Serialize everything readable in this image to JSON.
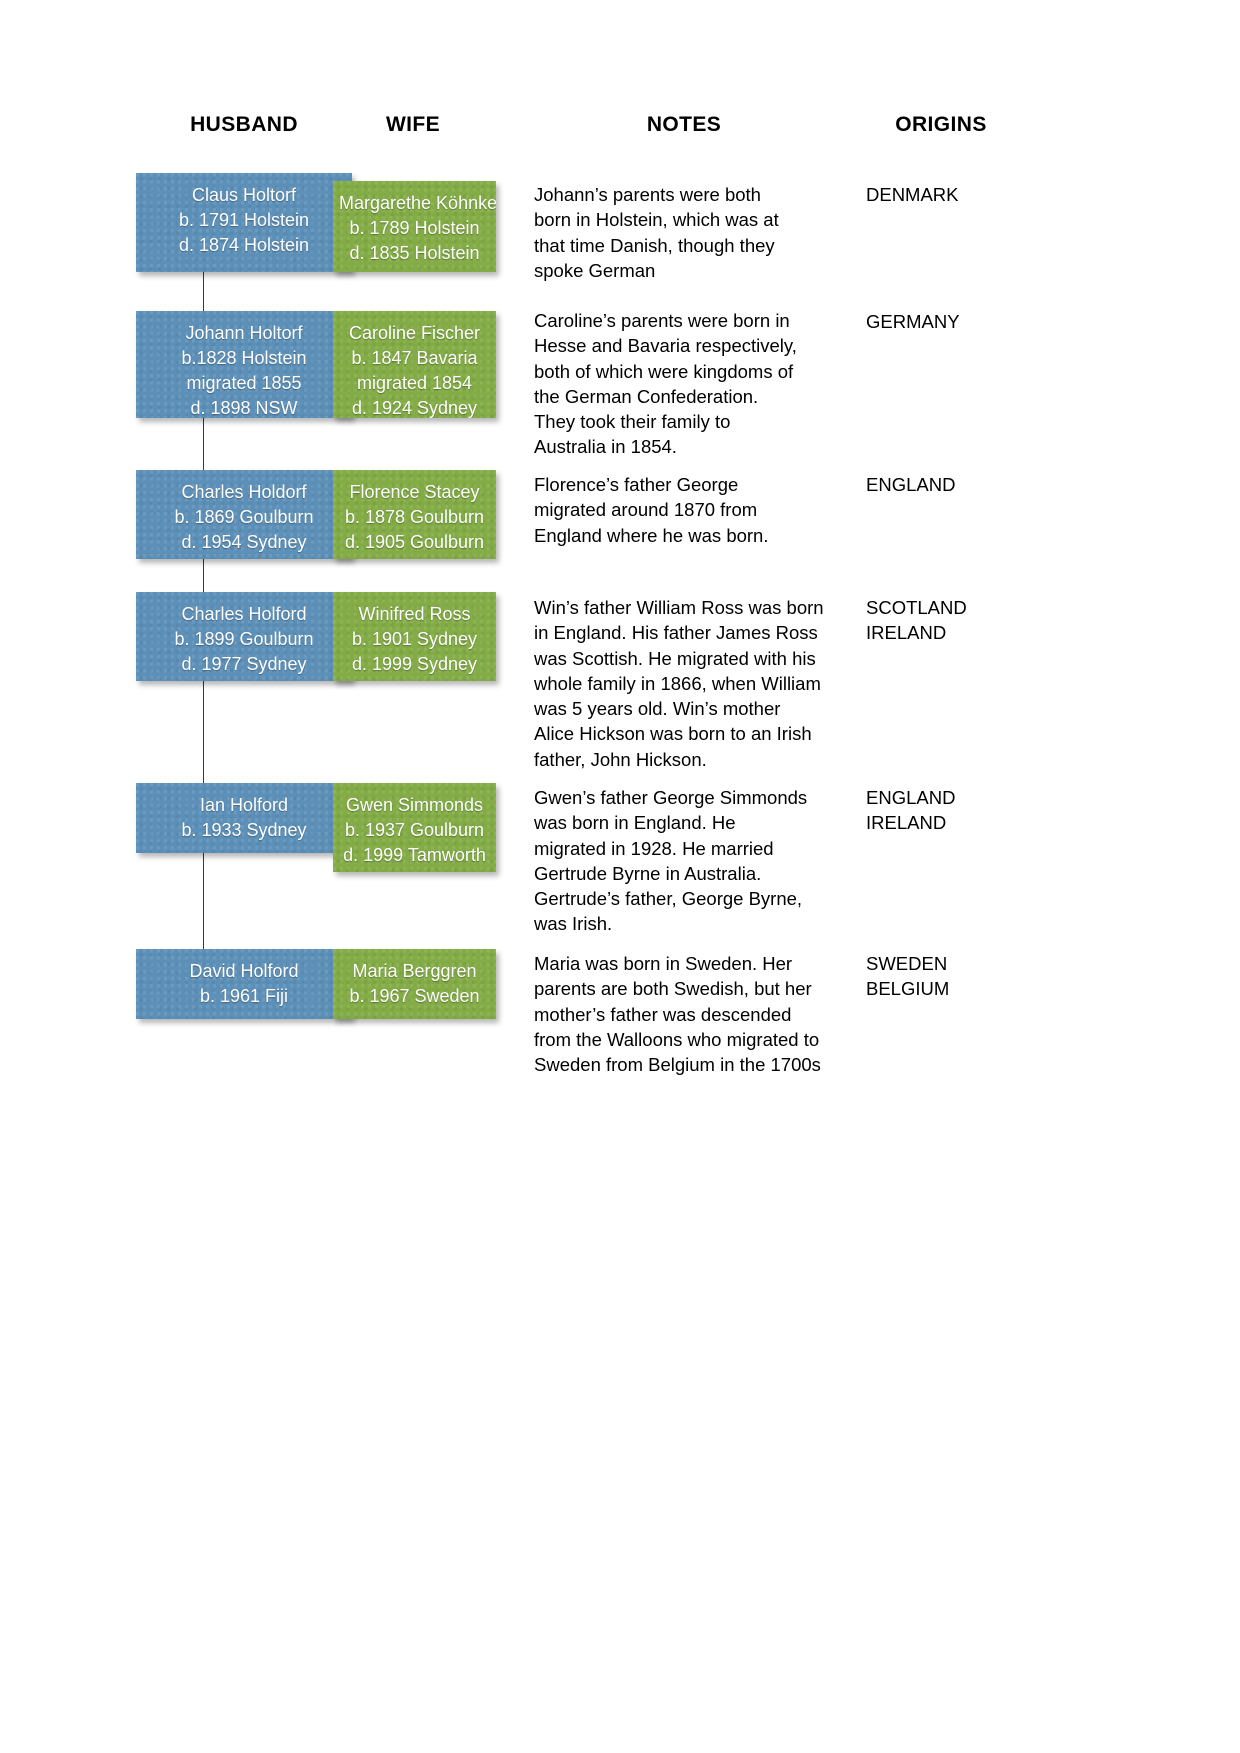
{
  "document": {
    "type": "family-history-chart",
    "background_color": "#ffffff"
  },
  "columns": {
    "husband": "HUSBAND",
    "wife": "WIFE",
    "notes": "NOTES",
    "origins": "ORIGINS"
  },
  "colors": {
    "husband_box": "#5d90b8",
    "wife_box": "#83ac46",
    "text_on_box": "#ffffff",
    "connector": "#3a3a3a",
    "body_text": "#000000"
  },
  "generations": [
    {
      "husband": {
        "name": "Claus Holtorf",
        "birth": "b. 1791 Holstein",
        "death": "d. 1874 Holstein"
      },
      "wife": {
        "name": "Margarethe Köhnke",
        "birth": "b. 1789 Holstein",
        "death": "d. 1835 Holstein"
      },
      "notes_lines": [
        "Johann’s parents were both",
        "born in Holstein, which was at",
        "that time Danish, though they",
        "spoke German"
      ],
      "origins_lines": [
        "DENMARK"
      ]
    },
    {
      "husband": {
        "name": "Johann Holtorf",
        "birth": "b.1828 Holstein",
        "migrated": "migrated 1855",
        "death": "d. 1898 NSW"
      },
      "wife": {
        "name": "Caroline Fischer",
        "birth": "b. 1847 Bavaria",
        "migrated": "migrated 1854",
        "death": "d. 1924 Sydney"
      },
      "notes_lines": [
        "Caroline’s parents were born in",
        "Hesse and Bavaria respectively,",
        "both of which were kingdoms of",
        "the German Confederation.",
        "They took their family to",
        "Australia in 1854."
      ],
      "origins_lines": [
        "GERMANY"
      ]
    },
    {
      "husband": {
        "name": "Charles Holdorf",
        "birth": "b. 1869 Goulburn",
        "death": "d. 1954 Sydney"
      },
      "wife": {
        "name": "Florence Stacey",
        "birth": "b. 1878 Goulburn",
        "death": "d. 1905 Goulburn"
      },
      "notes_lines": [
        "Florence’s father George",
        "migrated around 1870 from",
        "England where he was born."
      ],
      "origins_lines": [
        "ENGLAND"
      ]
    },
    {
      "husband": {
        "name": "Charles Holford",
        "birth": "b. 1899 Goulburn",
        "death": "d. 1977 Sydney"
      },
      "wife": {
        "name": "Winifred Ross",
        "birth": "b. 1901 Sydney",
        "death": "d. 1999 Sydney"
      },
      "notes_lines": [
        "Win’s father William Ross was born",
        "in England. His father James Ross",
        "was Scottish. He migrated with his",
        "whole family in 1866, when William",
        "was 5 years old. Win’s mother",
        "Alice Hickson was born to an Irish",
        "father, John Hickson."
      ],
      "origins_lines": [
        "SCOTLAND",
        "IRELAND"
      ]
    },
    {
      "husband": {
        "name": "Ian Holford",
        "birth": "b. 1933 Sydney"
      },
      "wife": {
        "name": "Gwen Simmonds",
        "birth": "b. 1937 Goulburn",
        "death": "d. 1999 Tamworth"
      },
      "notes_lines": [
        "Gwen’s father George Simmonds",
        "was born in England. He",
        "migrated in 1928. He married",
        "Gertrude Byrne in Australia.",
        "Gertrude’s father, George Byrne,",
        "was Irish."
      ],
      "origins_lines": [
        "ENGLAND",
        "IRELAND"
      ]
    },
    {
      "husband": {
        "name": "David Holford",
        "birth": "b. 1961 Fiji"
      },
      "wife": {
        "name": "Maria Berggren",
        "birth": "b. 1967 Sweden"
      },
      "notes_lines": [
        "Maria was born in Sweden. Her",
        "parents are both Swedish, but her",
        "mother’s father was descended",
        "from the Walloons who migrated to",
        "Sweden from Belgium in the 1700s"
      ],
      "origins_lines": [
        "SWEDEN",
        "BELGIUM"
      ]
    }
  ]
}
